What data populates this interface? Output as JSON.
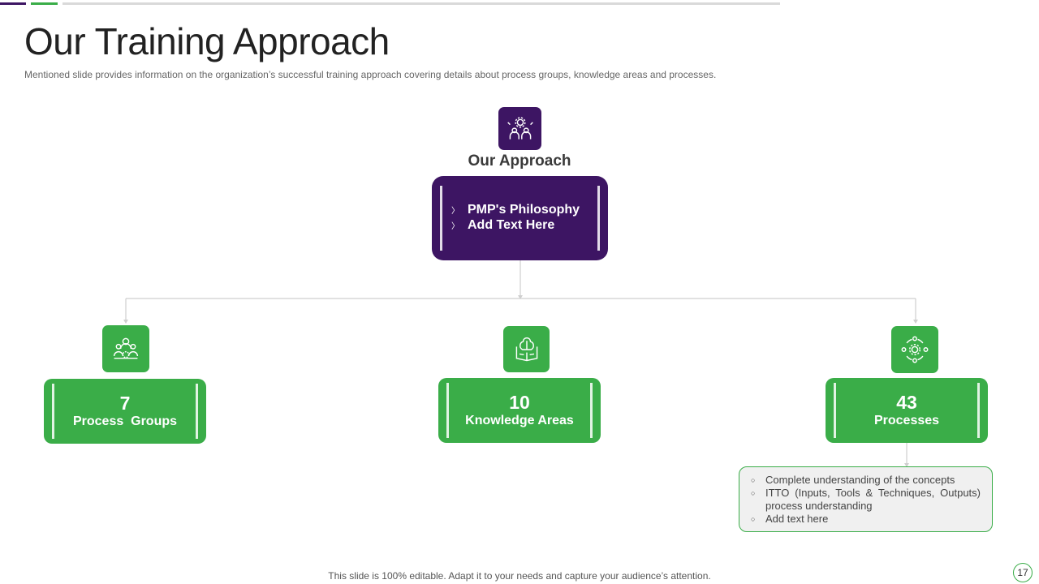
{
  "slide": {
    "title": "Our Training Approach",
    "subtitle": "Mentioned slide provides information on the organization’s successful training approach covering details about process groups, knowledge areas and processes.",
    "footer": "This slide is 100% editable. Adapt it to your needs and capture your audience’s attention.",
    "page_number": "17"
  },
  "colors": {
    "purple": "#3d1563",
    "green": "#3aad48",
    "detail_bg": "#f0f0f0"
  },
  "approach": {
    "heading": "Our Approach",
    "icon": "team-gear-icon",
    "items": [
      "PMP's Philosophy",
      "Add Text Here"
    ]
  },
  "stats": [
    {
      "number": "7",
      "label": "Process  Groups",
      "icon": "people-gear-icon"
    },
    {
      "number": "10",
      "label": "Knowledge Areas",
      "icon": "brain-book-icon"
    },
    {
      "number": "43",
      "label": "Processes",
      "icon": "process-cycle-icon"
    }
  ],
  "details": [
    "Complete understanding  of the concepts",
    "ITTO  (Inputs,  Tools & Techniques,  Outputs) process understanding",
    "Add text here"
  ]
}
